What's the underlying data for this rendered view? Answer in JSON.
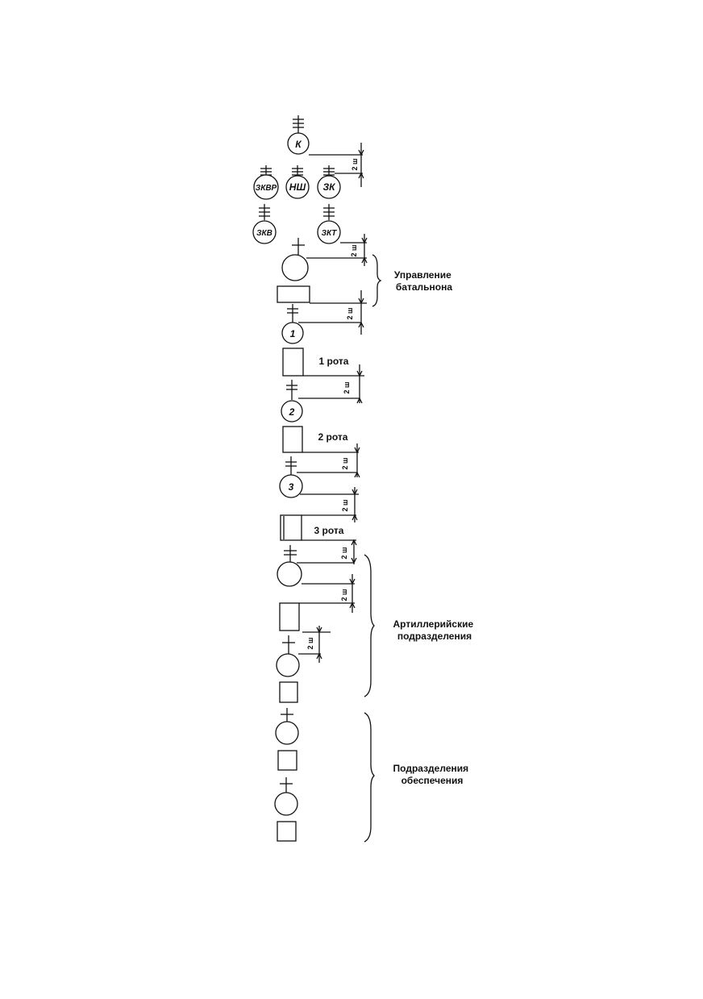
{
  "commander_symbols": [
    {
      "id": "k",
      "label": "К"
    },
    {
      "id": "zkvr",
      "label": "ЗКВР"
    },
    {
      "id": "nsh",
      "label": "НШ"
    },
    {
      "id": "zk",
      "label": "ЗК"
    },
    {
      "id": "zkv",
      "label": "ЗКВ"
    },
    {
      "id": "zkt",
      "label": "ЗКТ"
    }
  ],
  "company_numbers": [
    "1",
    "2",
    "3"
  ],
  "groups": {
    "battalion_hq": [
      "Управление",
      "батальнона"
    ],
    "company_1": "1 рота",
    "company_2": "2 рота",
    "company_3": "3 рота",
    "artillery": [
      "Артиллерийские",
      "подразделения"
    ],
    "support": [
      "Подразделения",
      "обеспечения"
    ]
  },
  "spacing_label": "2 ш"
}
